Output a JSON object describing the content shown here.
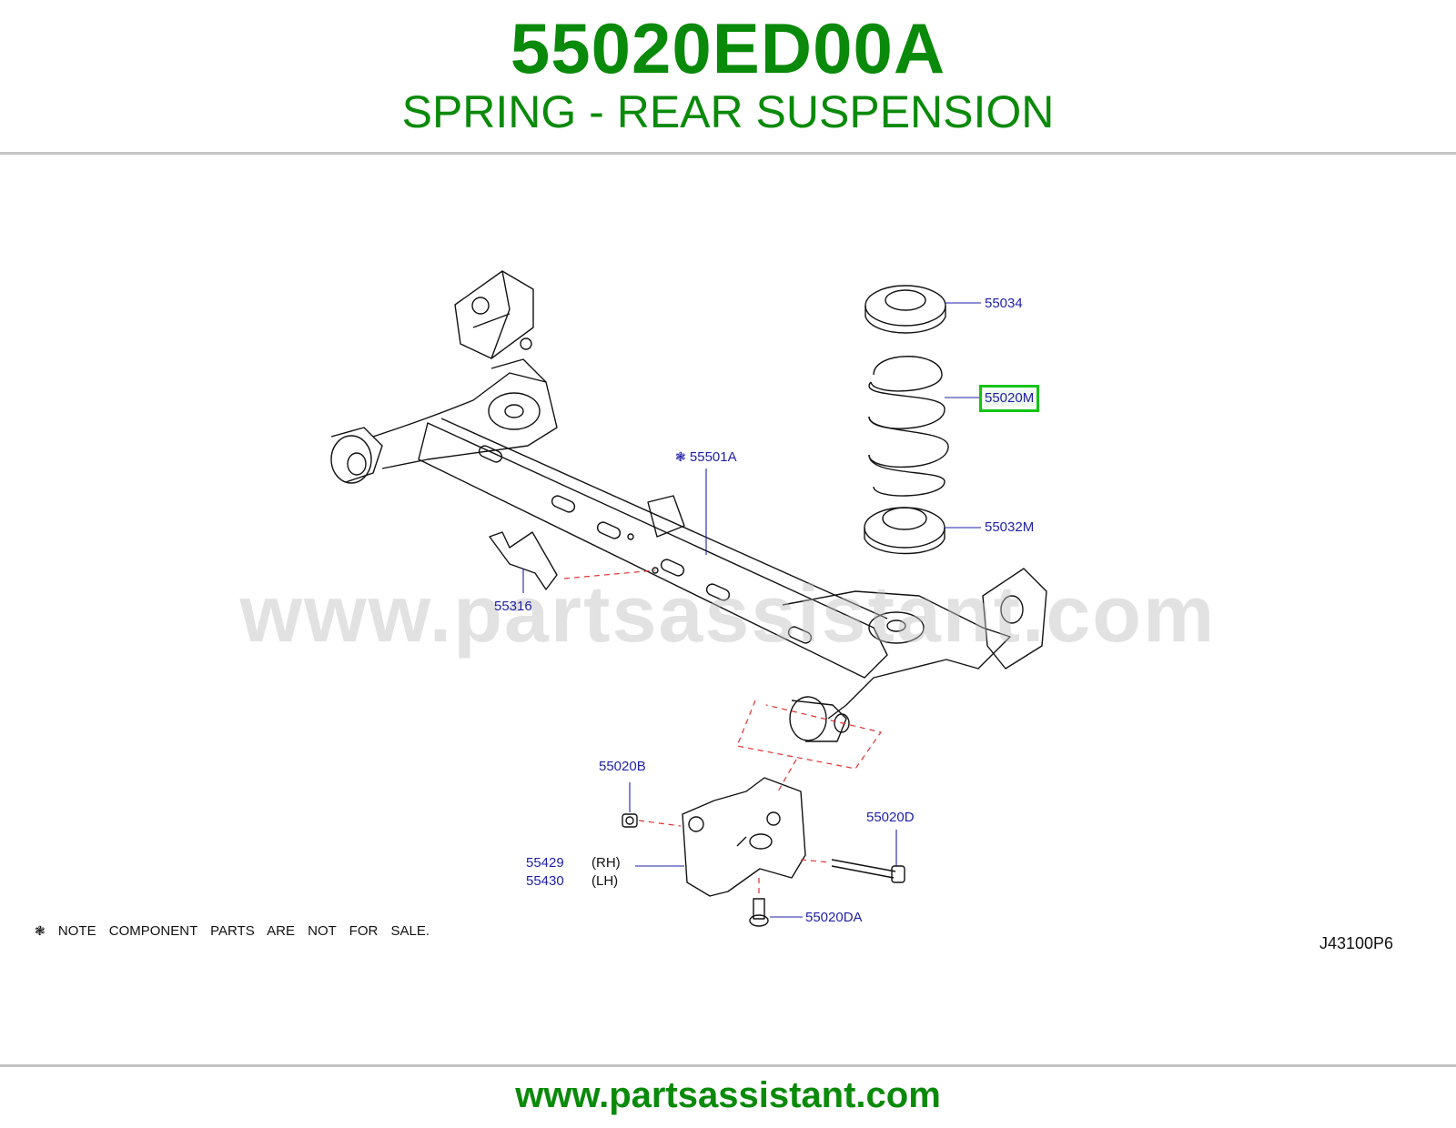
{
  "header": {
    "part_number": "55020ED00A",
    "title": "SPRING - REAR SUSPENSION"
  },
  "callouts": {
    "c55034": "55034",
    "c55020M": "55020M",
    "c55501A": "55501A",
    "c55032M": "55032M",
    "c55316": "55316",
    "c55020B": "55020B",
    "c55020D": "55020D",
    "c55429": "55429",
    "c55430": "55430",
    "rh": "(RH)",
    "lh": "(LH)",
    "c55020DA": "55020DA"
  },
  "note": {
    "symbol": "❃",
    "text": "NOTE  COMPONENT PARTS ARE NOT FOR SALE."
  },
  "diagram_code": "J43100P6",
  "watermark": "www.partsassistant.com",
  "footer": {
    "url": "www.partsassistant.com"
  },
  "colors": {
    "title_green": "#0a8a0a",
    "callout_blue": "#1f1fa8",
    "highlight_green": "#12c412",
    "leader_red": "#e03030"
  }
}
